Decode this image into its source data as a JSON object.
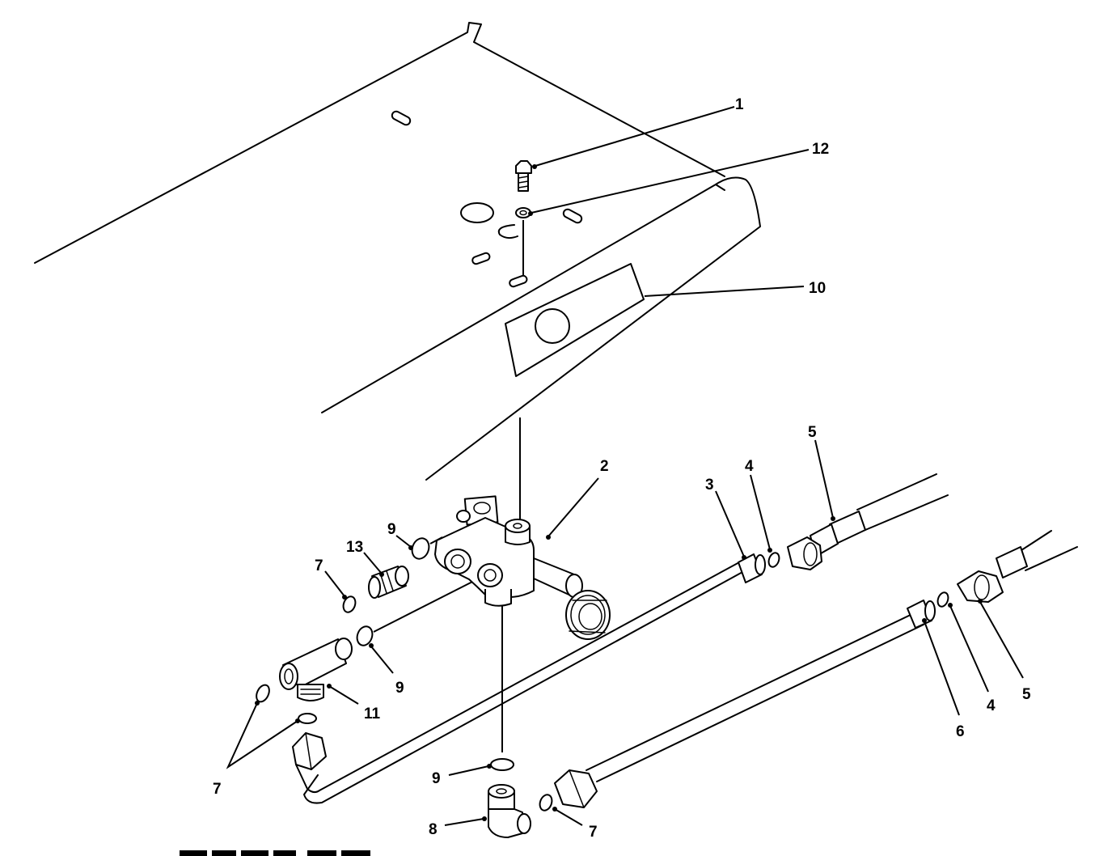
{
  "callouts": [
    "1",
    "12",
    "10",
    "2",
    "3",
    "4",
    "5",
    "13",
    "9",
    "7",
    "9",
    "11",
    "7",
    "6",
    "4",
    "5",
    "9",
    "8",
    "7"
  ]
}
